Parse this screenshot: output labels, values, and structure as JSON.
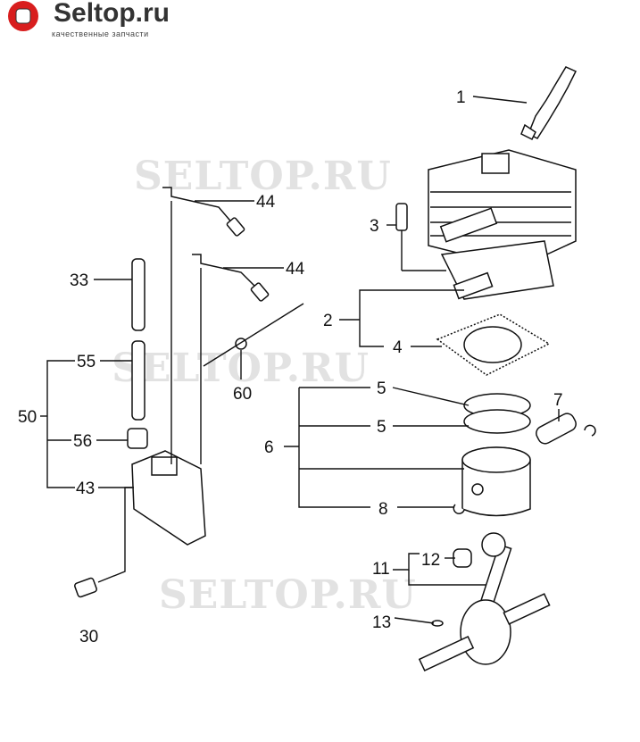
{
  "logo": {
    "title": "Seltop.ru",
    "subtitle": "качественные запчасти",
    "accent": "#d81e1e"
  },
  "watermark": "SELTOP.RU",
  "callouts": {
    "c1": "1",
    "c44a": "44",
    "c3": "3",
    "c44b": "44",
    "c33": "33",
    "c2": "2",
    "c4": "4",
    "c55": "55",
    "c60": "60",
    "c5a": "5",
    "c50": "50",
    "c56": "56",
    "c5b": "5",
    "c6": "6",
    "c7": "7",
    "c43": "43",
    "c8": "8",
    "c12": "12",
    "c11": "11",
    "c13": "13",
    "c30": "30"
  }
}
